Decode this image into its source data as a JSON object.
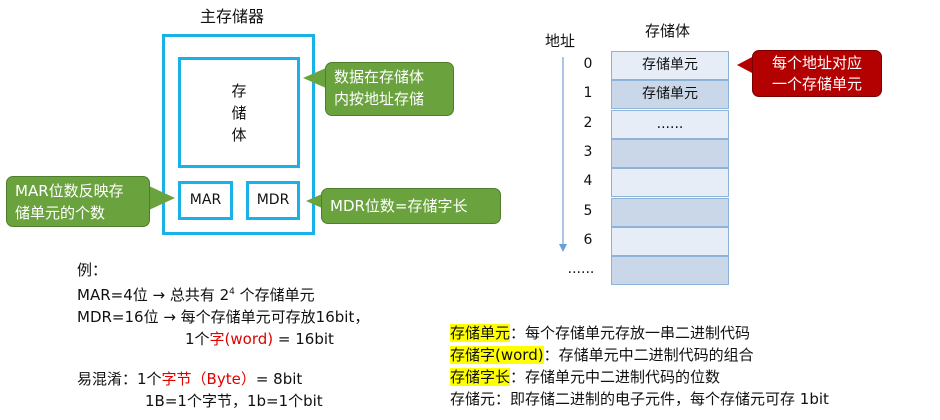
{
  "main_memory": {
    "title": "主存储器",
    "storage_body": "存\n储\n体",
    "mar": "MAR",
    "mdr": "MDR"
  },
  "callouts": {
    "storage": "数据在存储体\n内按地址存储",
    "mar": "MAR位数反映存\n储单元的个数",
    "mdr": "MDR位数=存储字长",
    "address": "每个地址对应\n一个存储单元"
  },
  "table": {
    "addr_label": "地址",
    "title": "存储体",
    "addresses": [
      "0",
      "1",
      "2",
      "3",
      "4",
      "5",
      "6",
      "......"
    ],
    "cells": [
      "存储单元",
      "存储单元",
      "......",
      "",
      "",
      "",
      "",
      ""
    ]
  },
  "colors": {
    "box": "#1ab0e8",
    "green": "#6aa33e",
    "red": "#b30000",
    "row_light": "#e6edf6",
    "row_dark": "#c9d7e8"
  },
  "example": {
    "label": "例：",
    "l1a": "MAR=4位 → 总共有 2",
    "l1sup": "4",
    "l1b": " 个存储单元",
    "l2": "MDR=16位 → 每个存储单元可存放16bit，",
    "l3a": "1个",
    "l3red": "字(word)",
    "l3b": " = 16bit",
    "l4a": "易混淆：1个",
    "l4red": "字节（Byte）",
    "l4b": "= 8bit",
    "l5": "1B=1个字节，1b=1个bit"
  },
  "definitions": [
    {
      "term": "存储单元",
      "text": "：每个存储单元存放一串二进制代码",
      "hl": true
    },
    {
      "term": "存储字(word)",
      "text": "：存储单元中二进制代码的组合",
      "hl": true
    },
    {
      "term": "存储字长",
      "text": "：存储单元中二进制代码的位数",
      "hl": true
    },
    {
      "term": "存储元",
      "text": "：即存储二进制的电子元件，每个存储元可存 1bit",
      "hl": false
    }
  ]
}
